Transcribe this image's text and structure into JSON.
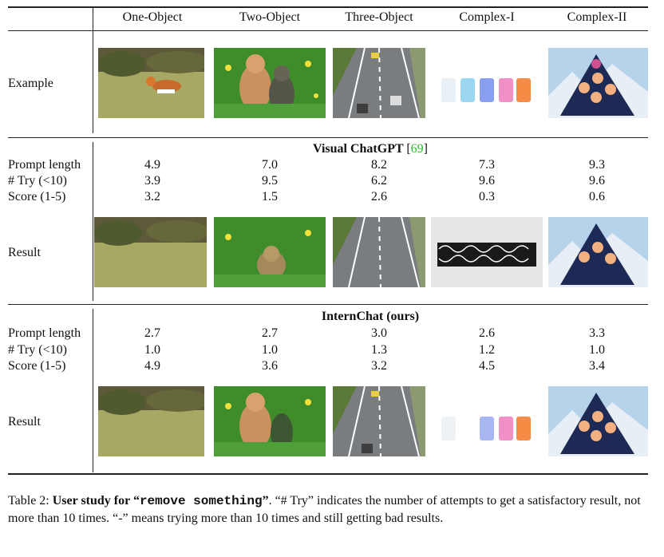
{
  "columns": [
    "One-Object",
    "Two-Object",
    "Three-Object",
    "Complex-I",
    "Complex-II"
  ],
  "example_label": "Example",
  "row_labels": [
    "Prompt length",
    "# Try (<10)",
    "Score (1-5)"
  ],
  "result_label": "Result",
  "sections": [
    {
      "title": "Visual ChatGPT",
      "cite": "69",
      "rows": [
        [
          "4.9",
          "7.0",
          "8.2",
          "7.3",
          "9.3"
        ],
        [
          "3.9",
          "9.5",
          "6.2",
          "9.6",
          "9.6"
        ],
        [
          "3.2",
          "1.5",
          "2.6",
          "0.3",
          "0.6"
        ]
      ]
    },
    {
      "title": "InternChat (ours)",
      "rows": [
        [
          "2.7",
          "2.7",
          "3.0",
          "2.6",
          "3.3"
        ],
        [
          "1.0",
          "1.0",
          "1.3",
          "1.2",
          "1.0"
        ],
        [
          "4.9",
          "3.6",
          "3.2",
          "4.5",
          "3.4"
        ]
      ]
    }
  ],
  "caption": {
    "prefix": "Table 2: ",
    "bold_a": "User study for “",
    "code": "remove something",
    "bold_b": "”",
    "rest": ". “# Try” indicates the number of attempts to get a satisfactory result, not more than 10 times. “-” means trying more than 10 times and still getting bad results."
  }
}
